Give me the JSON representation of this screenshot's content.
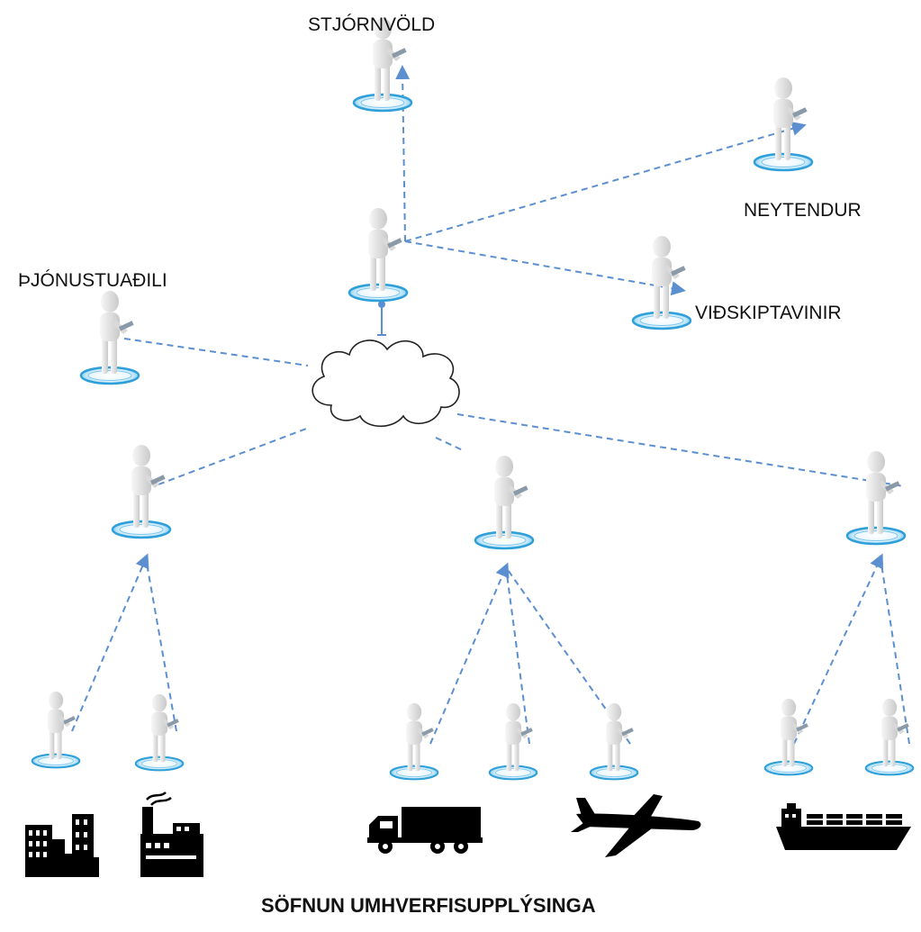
{
  "labels": {
    "government": "STJÓRNVÖLD",
    "consumers": "NEYTENDUR",
    "service_provider": "ÞJÓNUSTUAÐILI",
    "customers": "VIÐSKIPTAVINIR"
  },
  "footer": {
    "title": "SÖFNUN UMHVERFISUPPLÝSINGA"
  },
  "colors": {
    "link": "#5b8fd0",
    "platform": "#2f9fd9",
    "figure": "#e6e6e6",
    "icon": "#000000"
  },
  "icons": [
    "city-buildings-icon",
    "factory-icon",
    "truck-icon",
    "airplane-icon",
    "cargo-ship-icon",
    "cloud-icon",
    "person-figure-icon"
  ]
}
